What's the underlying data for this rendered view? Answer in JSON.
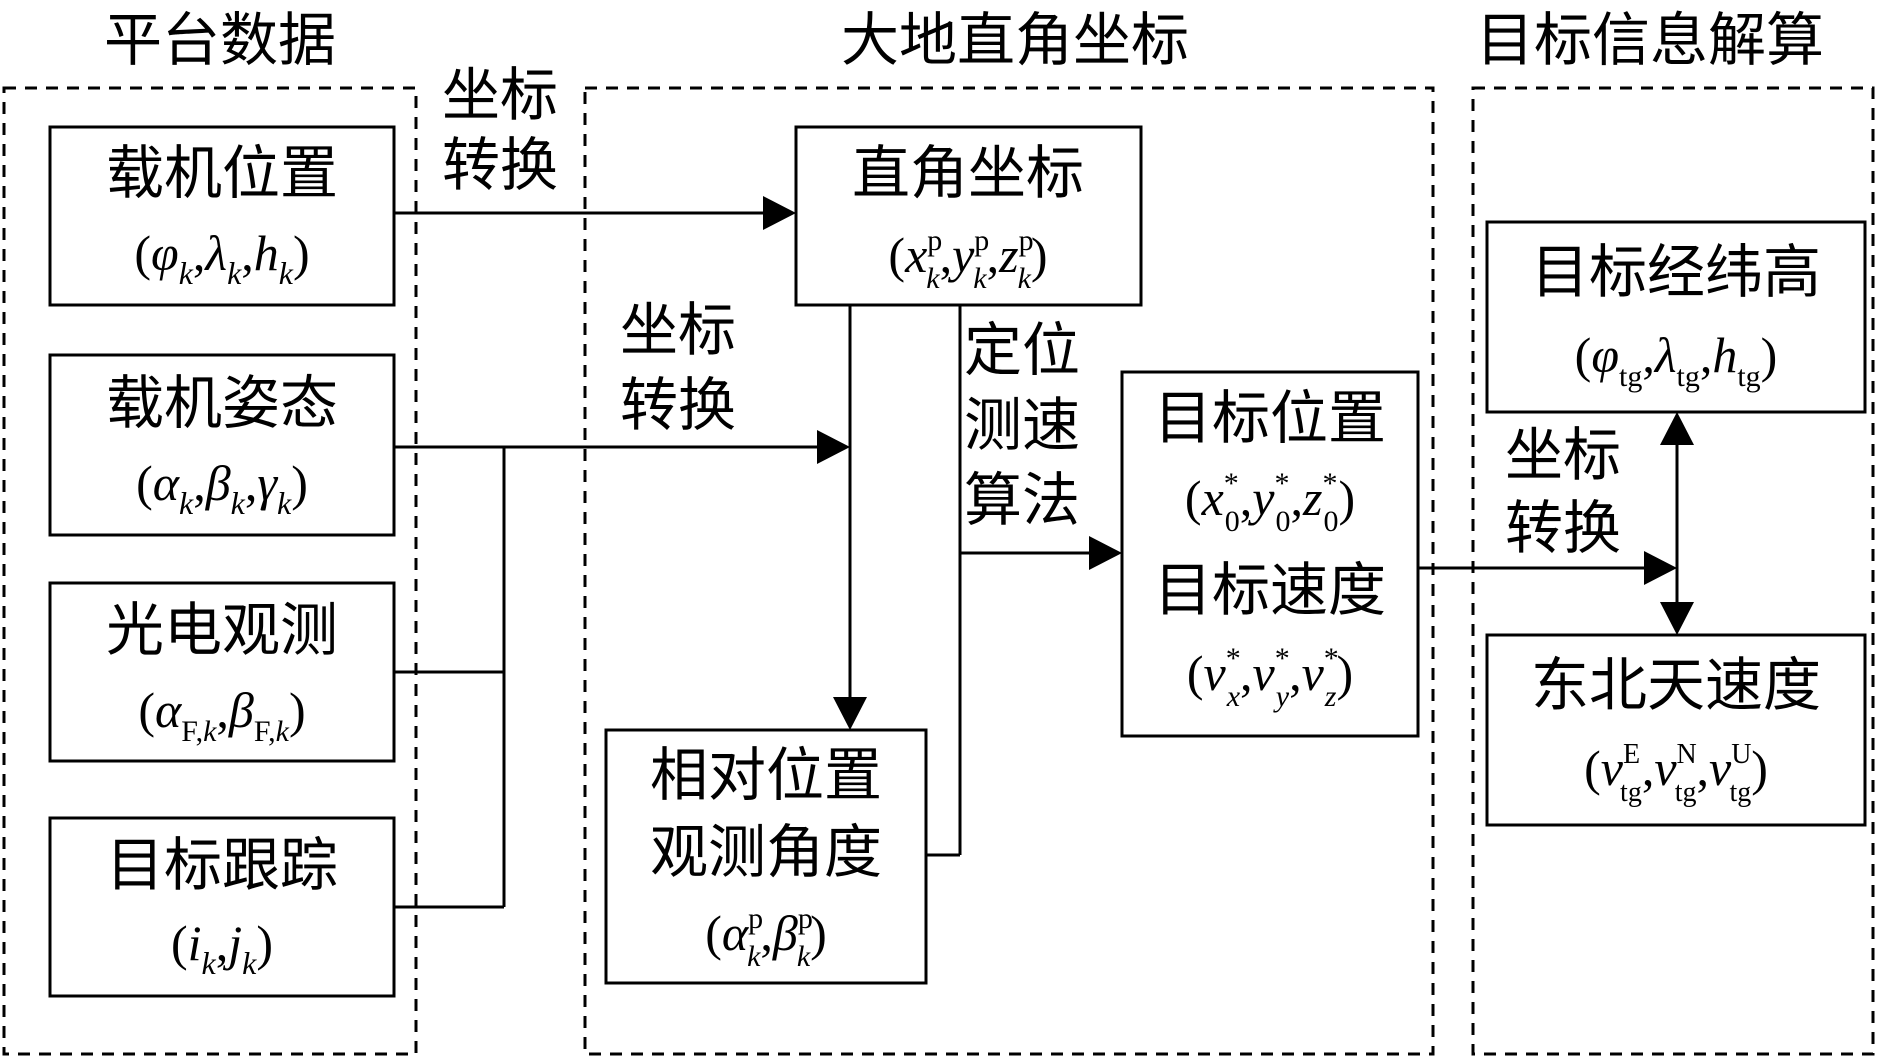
{
  "sections": {
    "platform": "平台数据",
    "geodetic": "大地直角坐标",
    "solving": "目标信息解算"
  },
  "boxes": {
    "aircraft_position": {
      "label": "载机位置",
      "formula": "(φk,λk,hk)"
    },
    "aircraft_attitude": {
      "label": "载机姿态",
      "formula": "(αk,βk,γk)"
    },
    "eo_observation": {
      "label": "光电观测",
      "formula": "(αF,k,βF,k)"
    },
    "target_tracking": {
      "label": "目标跟踪",
      "formula": "(ik,jk)"
    },
    "rect_coords": {
      "label": "直角坐标",
      "formula": "(xkp,ykp,zkp)"
    },
    "relative": {
      "label_line1": "相对位置",
      "label_line2": "观测角度",
      "formula": "(αkp,βkp)"
    },
    "target_pos_vel": {
      "label_pos": "目标位置",
      "formula_pos": "(x0*,y0*,z0*)",
      "label_vel": "目标速度",
      "formula_vel": "(vx*,vy*,vz*)"
    },
    "target_llh": {
      "label": "目标经纬高",
      "formula": "(φtg,λtg,htg)"
    },
    "enu_velocity": {
      "label": "东北天速度",
      "formula": "(vtgE,vtgN,vtgU)"
    }
  },
  "labels": {
    "coord_transform_top": [
      "坐标",
      "转换"
    ],
    "coord_transform_mid": [
      "坐标",
      "转换"
    ],
    "algorithm": [
      "定位",
      "测速",
      "算法"
    ],
    "coord_transform_right": [
      "坐标",
      "转换"
    ]
  }
}
